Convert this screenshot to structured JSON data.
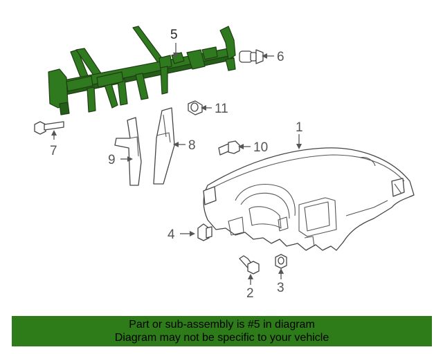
{
  "diagram": {
    "callouts": {
      "c1": "1",
      "c2": "2",
      "c3": "3",
      "c4": "4",
      "c5": "5",
      "c6": "6",
      "c7": "7",
      "c8": "8",
      "c9": "9",
      "c10": "10",
      "c11": "11"
    },
    "highlighted_part": "5",
    "highlight_color": "#2e7b1a"
  },
  "banner": {
    "line1": "Part or sub-assembly is #5 in diagram",
    "line2": "Diagram may not be specific to your vehicle"
  }
}
